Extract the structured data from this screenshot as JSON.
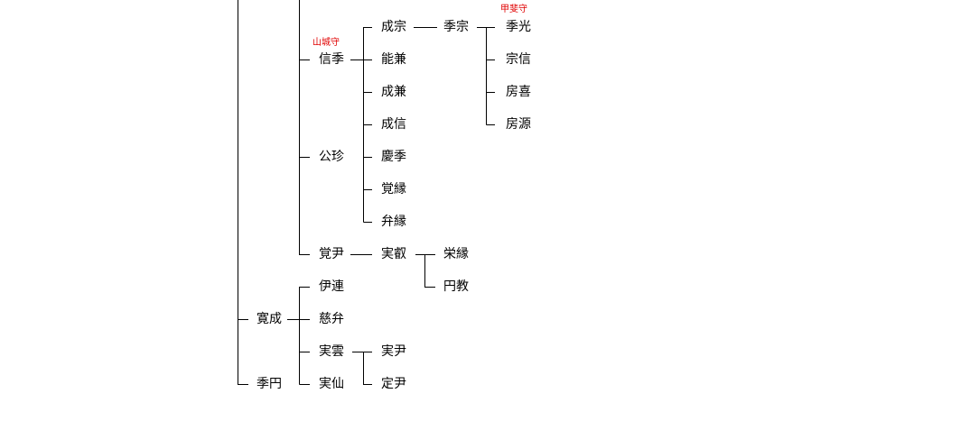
{
  "persons": {
    "kansei": "寛成",
    "kien": "季円",
    "nobusue": "信季",
    "koushin": "公珍",
    "kakuin": "覚尹",
    "iren": "伊連",
    "jiben": "慈弁",
    "jitsuun": "実雲",
    "jissen": "実仙",
    "narimune": "成宗",
    "yoshikane": "能兼",
    "narikane": "成兼",
    "narinobu": "成信",
    "keiki": "慶季",
    "kakuen": "覚縁",
    "benen": "弁縁",
    "jitsuei": "実叡",
    "jitsuin": "実尹",
    "teiin": "定尹",
    "suemune": "季宗",
    "eien": "栄縁",
    "enkyou": "円教",
    "suemitsu": "季光",
    "munenobu": "宗信",
    "fusayoshi": "房喜",
    "fusamoto": "房源"
  },
  "titles": {
    "nobusue": "山城守",
    "suemitsu": "甲斐守"
  },
  "colors": {
    "title": "#e00000",
    "line": "#000000"
  }
}
